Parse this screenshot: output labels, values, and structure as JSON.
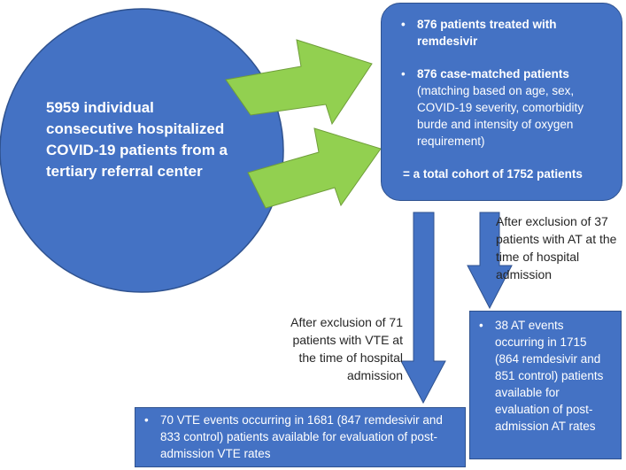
{
  "circle": {
    "text": "5959 individual consecutive hospitalized COVID-19 patients from a tertiary referral center"
  },
  "box_top": {
    "item1": "876 patients treated with remdesivir",
    "item2_bold": "876 case-matched patients",
    "item2_rest": "(matching based on age, sex, COVID-19 severity, comorbidity burde and intensity of oxygen requirement)",
    "total": "= a total cohort of 1752 patients"
  },
  "note_right": "After exclusion of 37 patients with AT at the time of hospital admission",
  "note_left": "After exclusion of 71 patients with VTE at the time of hospital admission",
  "box_vte": "70 VTE events occurring in 1681 (847 remdesivir and 833 control) patients available for evaluation of post-admission VTE rates",
  "box_at": "38 AT events occurring in 1715 (864 remdesivir and 851 control) patients available for evaluation of post-admission AT rates",
  "colors": {
    "blue": "#4472c4",
    "blue_border": "#2f528f",
    "green": "#92d050"
  }
}
